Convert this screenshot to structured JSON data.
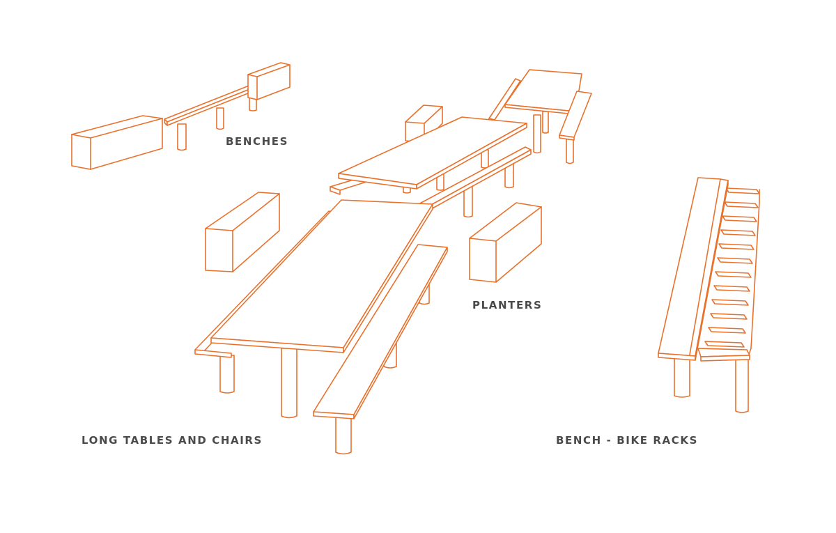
{
  "colors": {
    "stroke": "#e8712c",
    "label": "#4a4a4a",
    "background": "#ffffff"
  },
  "labels": {
    "benches": "BENCHES",
    "planters": "PLANTERS",
    "long_tables": "LONG TABLES AND CHAIRS",
    "bench_bike_racks": "BENCH - BIKE RACKS"
  }
}
